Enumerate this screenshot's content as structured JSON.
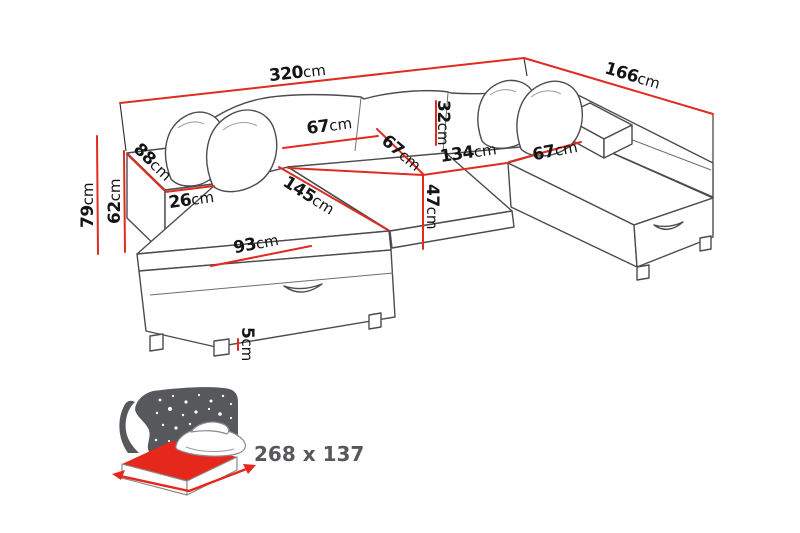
{
  "colors": {
    "dimension_red": "#df2b20",
    "outline_gray": "#4c4c4c",
    "label_black": "#141414",
    "icon_gray": "#57585b",
    "mattress_red": "#e6281c",
    "background": "#ffffff"
  },
  "sofa": {
    "labels": {
      "total_width": {
        "value": "320",
        "unit": "cm"
      },
      "total_depth": {
        "value": "166",
        "unit": "cm"
      },
      "overall_height": {
        "value": "79",
        "unit": "cm"
      },
      "seat_back_height": {
        "value": "62",
        "unit": "cm"
      },
      "armrest_length": {
        "value": "88",
        "unit": "cm"
      },
      "armrest_width": {
        "value": "26",
        "unit": "cm"
      },
      "back_cushion_width": {
        "value": "67",
        "unit": "cm"
      },
      "backrest_height": {
        "value": "32",
        "unit": "cm"
      },
      "chaise_length": {
        "value": "145",
        "unit": "cm"
      },
      "middle_seat_depth": {
        "value": "67",
        "unit": "cm"
      },
      "middle_section_width": {
        "value": "134",
        "unit": "cm"
      },
      "right_seat_width": {
        "value": "67",
        "unit": "cm"
      },
      "seat_height": {
        "value": "47",
        "unit": "cm"
      },
      "chaise_width": {
        "value": "93",
        "unit": "cm"
      },
      "leg_height": {
        "value": "5",
        "unit": "cm"
      }
    }
  },
  "sleeping_icon": {
    "size_label": "268 x 137"
  }
}
